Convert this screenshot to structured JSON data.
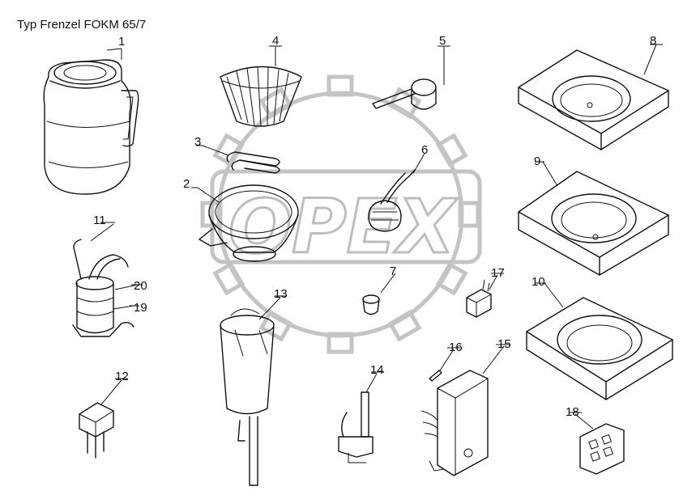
{
  "title": "Typ Frenzel FOKM 65/7",
  "watermark_text": "OPEX",
  "callouts": [
    "1",
    "2",
    "3",
    "4",
    "5",
    "6",
    "7",
    "8",
    "9",
    "10",
    "11",
    "12",
    "13",
    "14",
    "15",
    "16",
    "17",
    "18",
    "19",
    "20"
  ]
}
